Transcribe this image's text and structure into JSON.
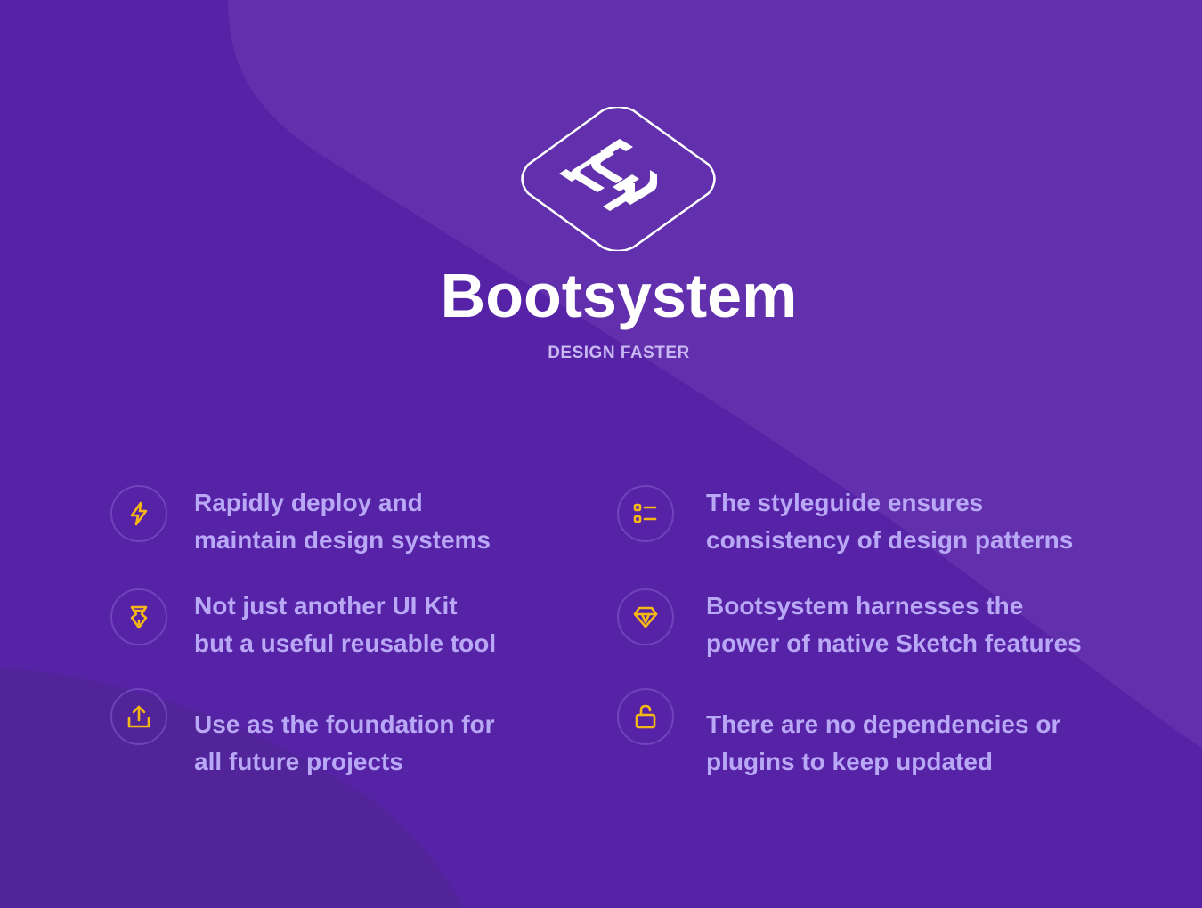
{
  "colors": {
    "background": "#5623a6",
    "background_light": "#6632b0",
    "accent": "#f5b714",
    "text_light": "#b9a8f6",
    "white": "#ffffff"
  },
  "hero": {
    "logo_icon": "bootsystem-logo-icon",
    "title": "Bootsystem",
    "subtitle": "DESIGN FASTER"
  },
  "features": [
    {
      "icon": "lightning-icon",
      "line1": "Rapidly deploy and",
      "line2": "maintain design systems"
    },
    {
      "icon": "list-icon",
      "line1": "The styleguide ensures",
      "line2": "consistency of design patterns"
    },
    {
      "icon": "pen-nib-icon",
      "line1": "Not just another UI Kit",
      "line2": "but a useful reusable tool"
    },
    {
      "icon": "diamond-icon",
      "line1": "Bootsystem harnesses the",
      "line2": "power of native Sketch features"
    },
    {
      "icon": "upload-icon",
      "line1": "Use as the foundation for",
      "line2": "all future projects"
    },
    {
      "icon": "unlock-icon",
      "line1": "There are no dependencies or",
      "line2": "plugins to keep updated"
    }
  ]
}
